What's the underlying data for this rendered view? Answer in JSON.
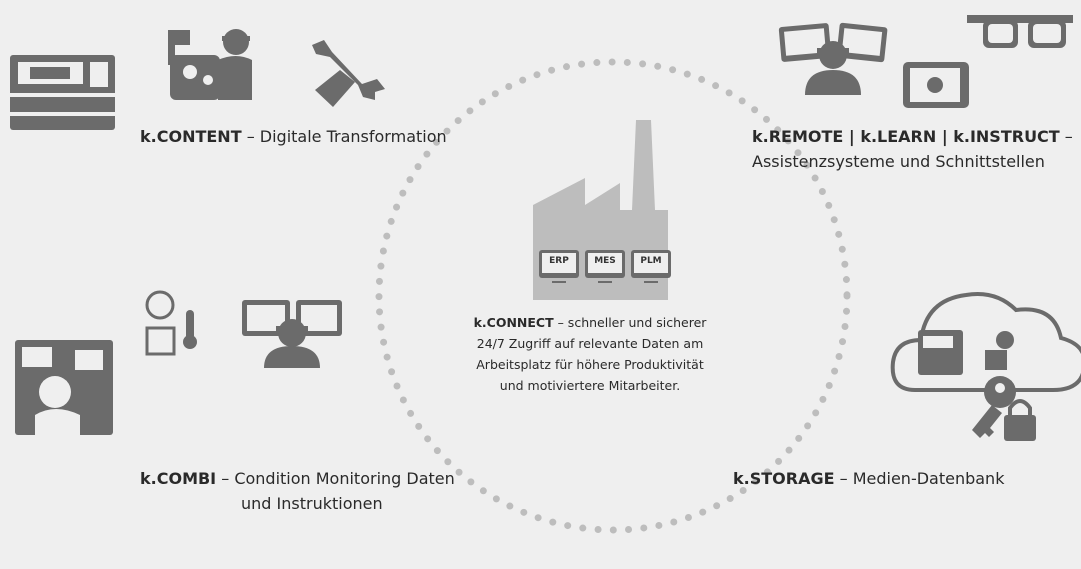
{
  "connect": {
    "title": "k.CONNECT",
    "line1_rest": " – schneller und sicherer",
    "line2": "24/7 Zugriff auf relevante Daten am",
    "line3": "Arbeitsplatz für höhere Produktivität",
    "line4": "und motiviertere Mitarbeiter.",
    "systems": [
      "ERP",
      "MES",
      "PLM"
    ]
  },
  "content": {
    "title": "k.CONTENT",
    "desc": " – Digitale Transformation"
  },
  "remote": {
    "title": "k.REMOTE | k.LEARN | k.INSTRUCT",
    "dash": " –",
    "desc": "Assistenzsysteme und Schnittstellen"
  },
  "combi": {
    "title": "k.COMBI",
    "desc": " – Condition Monitoring Daten",
    "desc2": "und Instruktionen"
  },
  "storage": {
    "title": "k.STORAGE",
    "desc": " – Medien-Datenbank"
  },
  "colors": {
    "background": "#efefef",
    "icon": "#6b6b6b",
    "factory": "#bdbdbd",
    "dots": "#bdbdbd"
  }
}
